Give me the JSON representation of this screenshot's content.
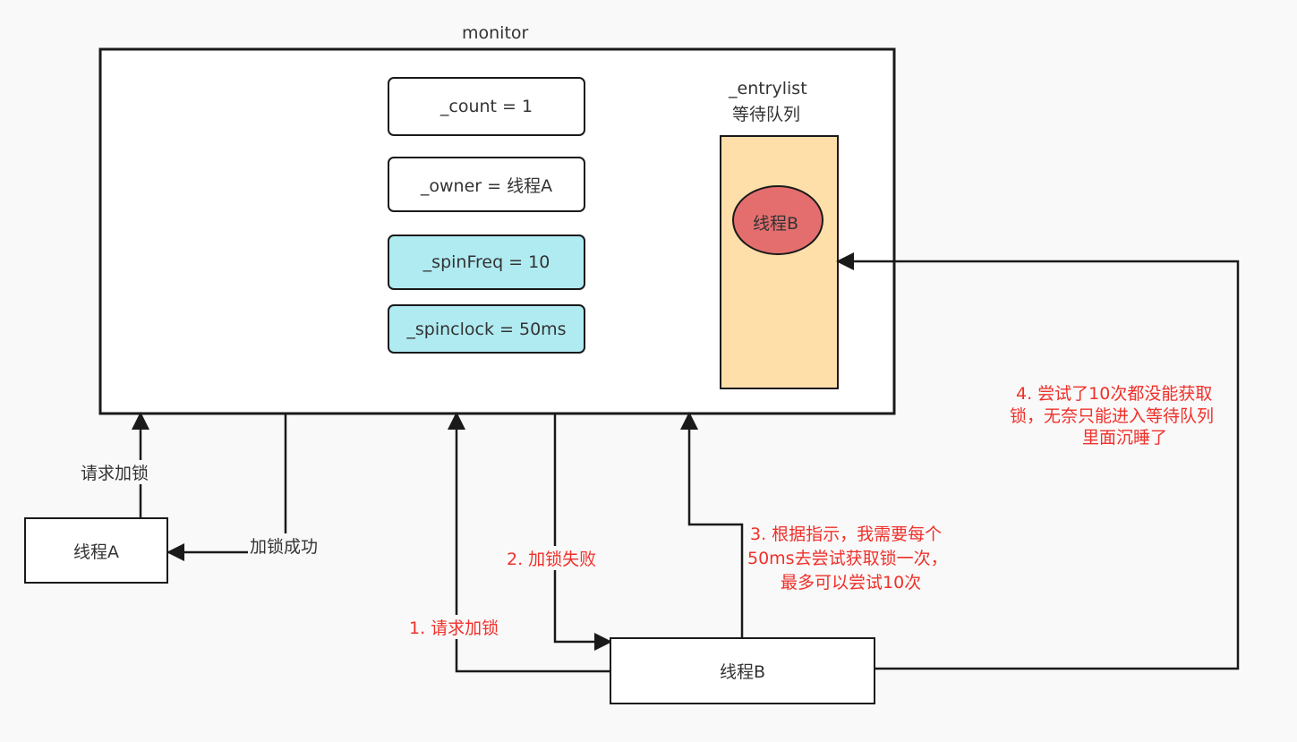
{
  "monitor": {
    "title": "monitor",
    "fields": [
      {
        "text": "_count = 1",
        "highlight": false
      },
      {
        "text": "_owner = 线程A",
        "highlight": false
      },
      {
        "text": "_spinFreq = 10",
        "highlight": true
      },
      {
        "text": "_spinclock = 50ms",
        "highlight": true
      }
    ],
    "entrylist": {
      "name": "_entrylist",
      "caption": "等待队列",
      "waiting_thread": "线程B"
    }
  },
  "threads": {
    "a": "线程A",
    "b": "线程B"
  },
  "labels": {
    "a_request": "请求加锁",
    "a_success": "加锁成功",
    "b_step1": "1. 请求加锁",
    "b_step2": "2. 加锁失败",
    "b_step3_lines": [
      "3. 根据指示，我需要每个",
      "50ms去尝试获取锁一次，",
      "最多可以尝试10次"
    ],
    "b_step4_lines": [
      "4. 尝试了10次都没能获取",
      "锁，无奈只能进入等待队列",
      "里面沉睡了"
    ]
  },
  "colors": {
    "stroke": "#1a1a1a",
    "highlight_fill": "#b0ebf2",
    "queue_fill": "#ffdfa9",
    "thread_fill": "#e46e6e",
    "annotation": "#f0302a",
    "background": "#f9f9f9"
  }
}
